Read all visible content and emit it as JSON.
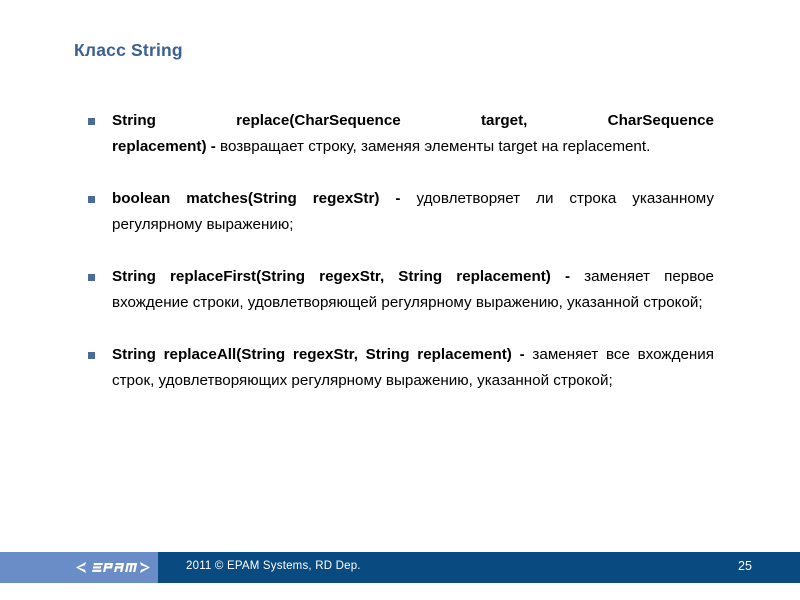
{
  "slide": {
    "title": "Класс String",
    "page_number": "25",
    "title_color": "#3B6094",
    "bullet_marker_color": "#4A6C9B",
    "bullets": [
      {
        "signature": "String replace(CharSequence target, CharSequence replacement) -",
        "signature_line_1": "String replace(CharSequence target, CharSequence",
        "signature_line_2": "replacement) -",
        "description": "возвращает строку, заменяя элементы target на replacement."
      },
      {
        "signature": "boolean matches(String regexStr) -",
        "description": "удовлетворяет ли строка указанному регулярному выражению;"
      },
      {
        "signature": "String replaceFirst(String regexStr, String replacement) -",
        "description": "заменяет первое вхождение строки, удовлетворяющей регулярному выражению, указанной строкой;"
      },
      {
        "signature": "String replaceAll(String regexStr, String replacement) -",
        "description": "заменяет все вхождения строк, удовлетворяющих регулярному выражению, указанной строкой;"
      }
    ]
  },
  "footer": {
    "copyright": "2011 © EPAM Systems, RD Dep.",
    "logo_text": "<epam>",
    "left_band_color": "#6A8CC7",
    "right_band_color": "#094A80",
    "page_number": "25"
  }
}
